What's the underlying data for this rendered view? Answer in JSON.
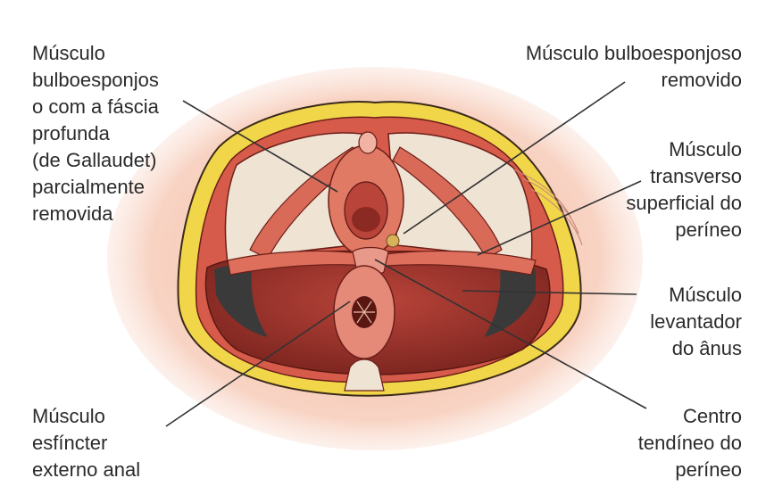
{
  "labels": {
    "bulbo_fascia": "Músculo\nbulboesponjos\no com a fáscia\nprofunda\n(de Gallaudet)\nparcialmente\nremovida",
    "bulbo_removido": "Músculo bulboesponjoso\nremovido",
    "transverso": "Músculo\ntransverso\nsuperficial do\nperíneo",
    "levantador": "Músculo\nlevantador\ndo ânus",
    "esfincter": "Músculo\nesfíncter\nexterno anal",
    "centro": "Centro\ntendíneo do\nperíneo"
  },
  "colors": {
    "skin": "#f6c7b3",
    "fat": "#f1d64a",
    "muscle": "#d75b4a",
    "muscle_dark": "#a8322a",
    "membrane": "#efe3d3"
  }
}
